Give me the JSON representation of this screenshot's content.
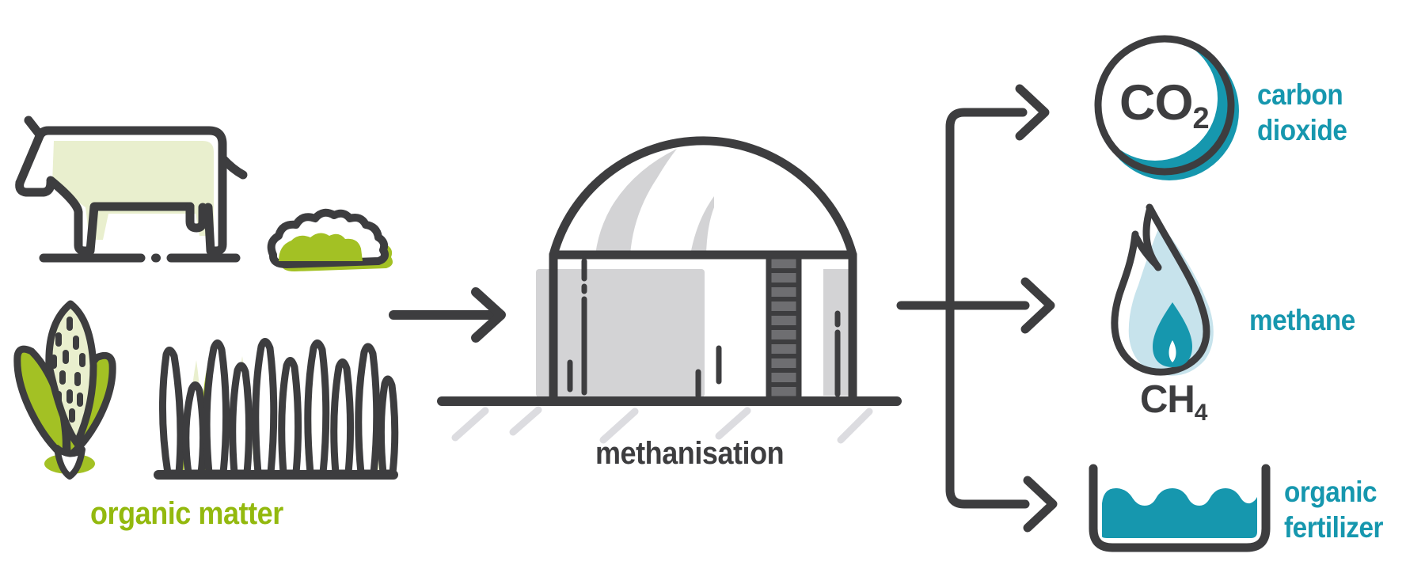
{
  "colors": {
    "charcoal": "#3d3d3f",
    "green": "#a3c124",
    "green_text": "#93b90e",
    "light_green": "#e9efce",
    "teal": "#1697ae",
    "light_blue": "#c7e3ec",
    "gray_fill": "#d3d3d5",
    "gray_light": "#dcdce0",
    "gray_dark": "#6e6e71"
  },
  "input": {
    "label": "organic matter",
    "icons": [
      "cow-icon",
      "manure-pile-icon",
      "corn-icon",
      "grass-icon"
    ]
  },
  "process": {
    "label": "methanisation",
    "icon": "biogas-digester-icon"
  },
  "connectors": [
    "input-arrow-icon",
    "branch-arrows-icon"
  ],
  "outputs": {
    "carbon_dioxide": {
      "formula_base": "CO",
      "formula_subscript": "2",
      "label_line1": "carbon",
      "label_line2": "dioxide",
      "icon": "co2-circle-icon"
    },
    "methane": {
      "formula_base": "CH",
      "formula_subscript": "4",
      "label": "methane",
      "icon": "flame-icon"
    },
    "organic_fertilizer": {
      "label_line1": "organic",
      "label_line2": "fertilizer",
      "icon": "fertilizer-tank-icon"
    }
  }
}
